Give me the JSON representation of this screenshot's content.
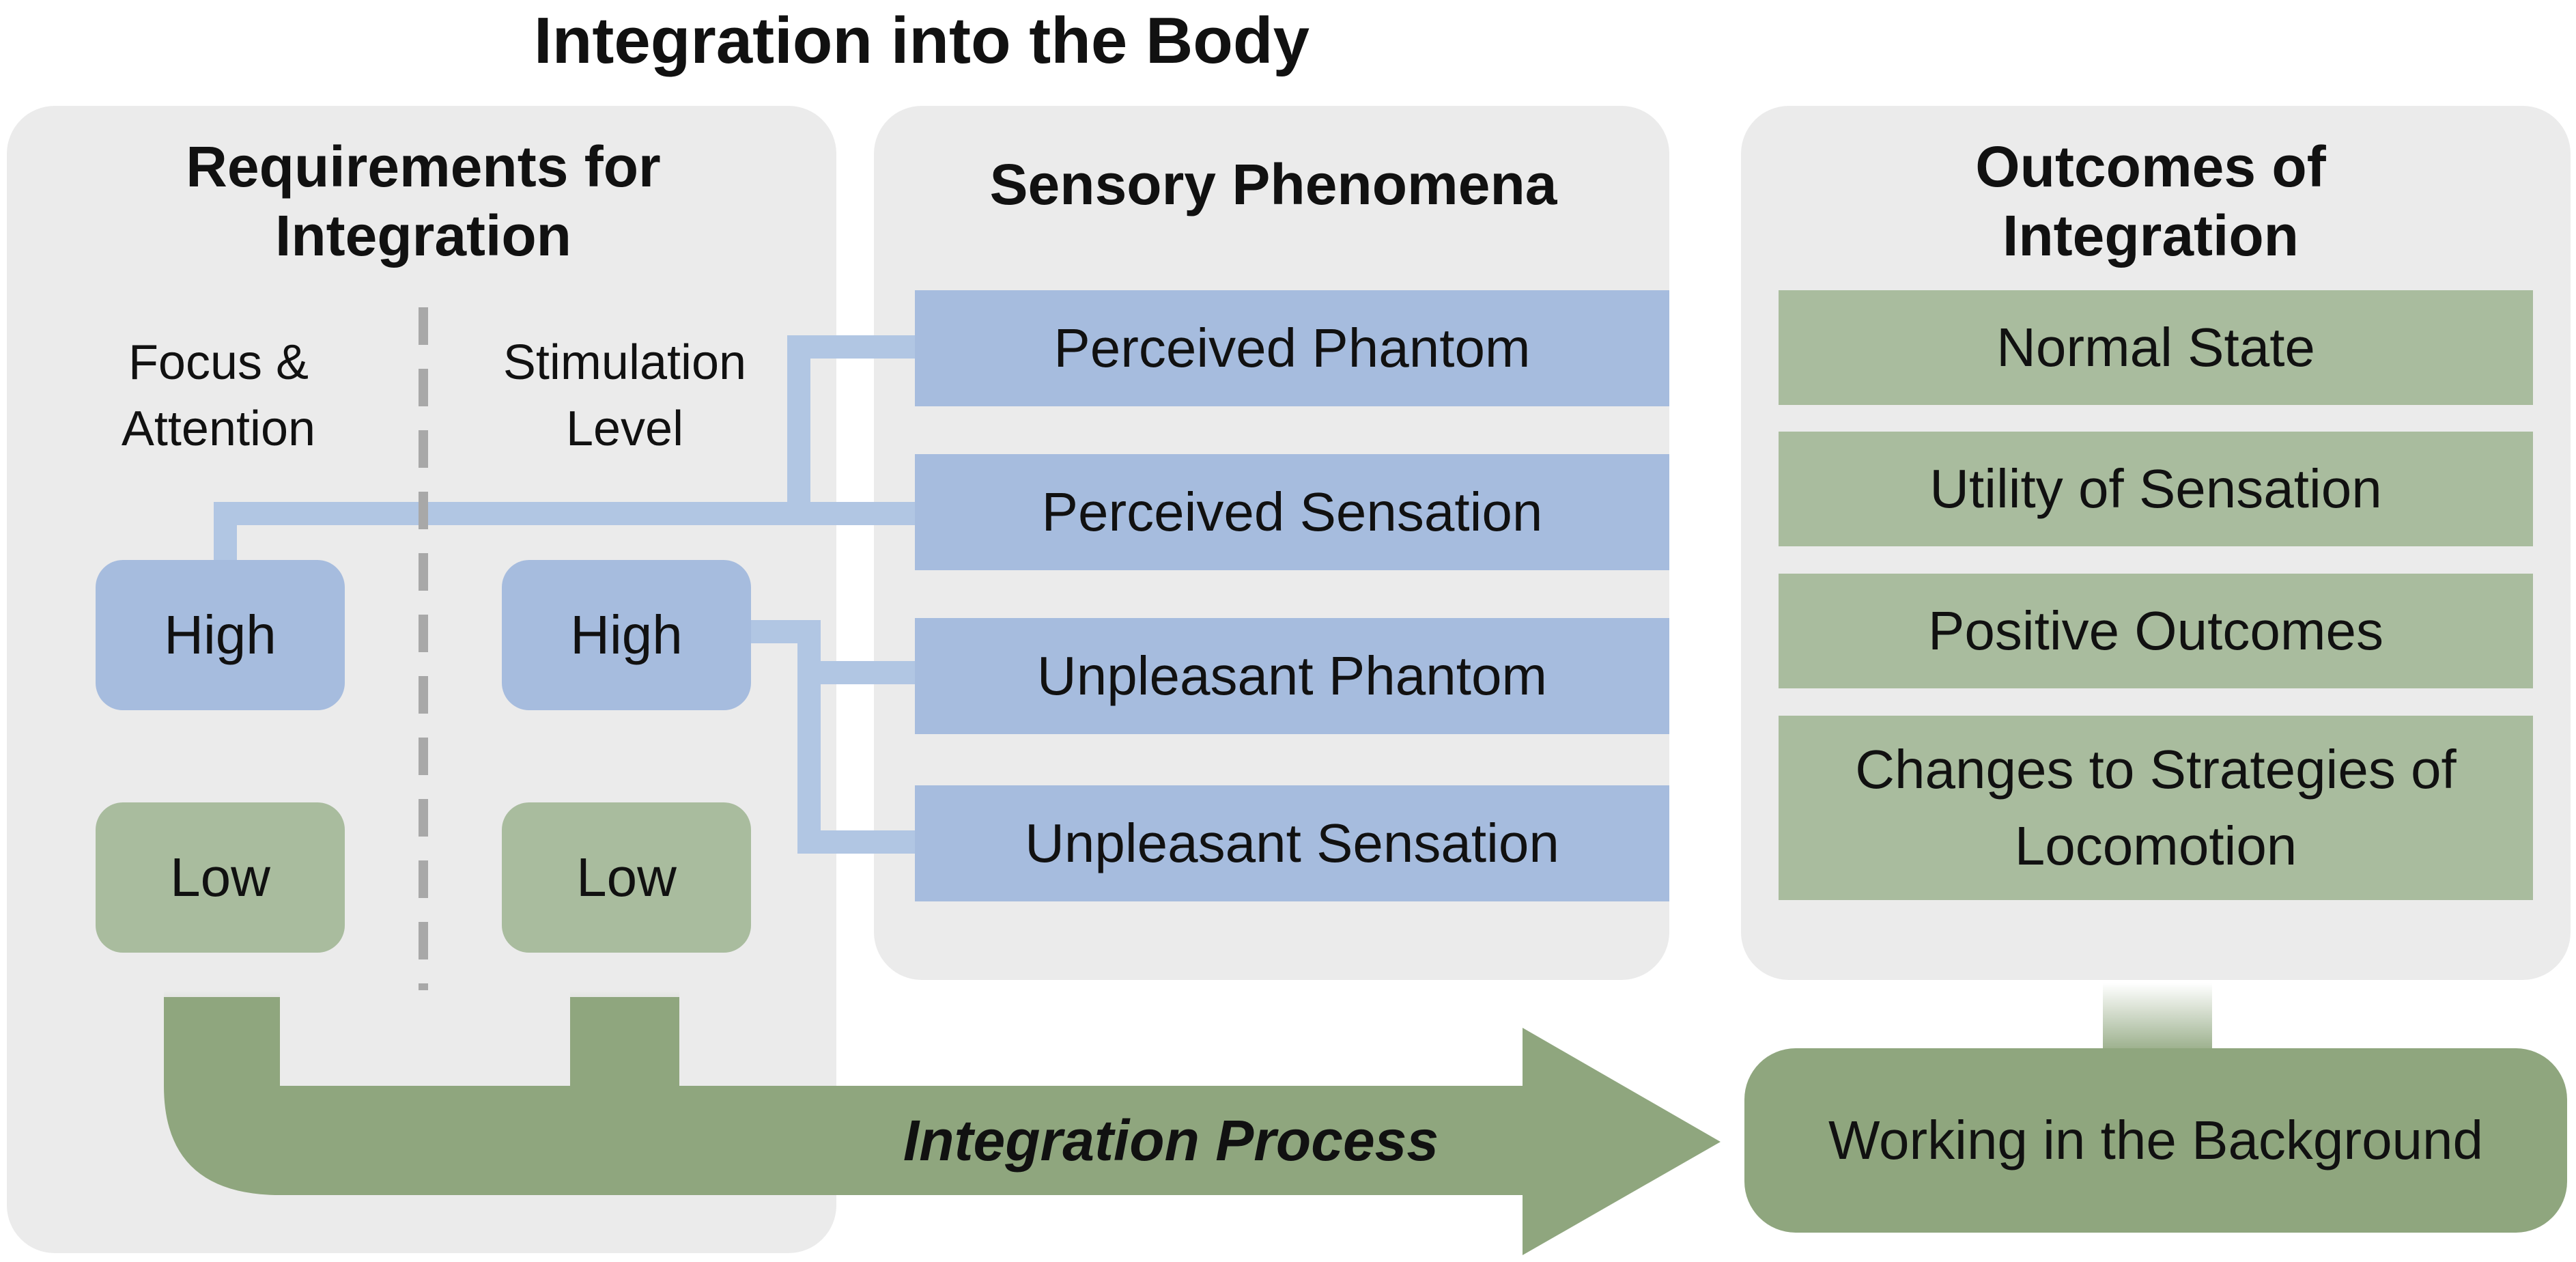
{
  "title": "Integration into the Body",
  "requirements": {
    "heading": "Requirements for Integration",
    "focus_label": "Focus & Attention",
    "stimulation_label": "Stimulation Level",
    "focus_high": "High",
    "focus_low": "Low",
    "stim_high": "High",
    "stim_low": "Low"
  },
  "sensory": {
    "heading": "Sensory Phenomena",
    "items": [
      "Perceived Phantom",
      "Perceived Sensation",
      "Unpleasant Phantom",
      "Unpleasant Sensation"
    ]
  },
  "outcomes": {
    "heading": "Outcomes of Integration",
    "items": [
      "Normal State",
      "Utility of Sensation",
      "Positive Outcomes",
      "Changes to Strategies of Locomotion"
    ],
    "result": "Working in the Background"
  },
  "process_label": "Integration Process",
  "colors": {
    "panel": "#ebebeb",
    "blue": "#a6bcde",
    "green_light": "#a9bc9e",
    "green_dark": "#8fa67e",
    "connector_blue": "#b1c6e3"
  }
}
